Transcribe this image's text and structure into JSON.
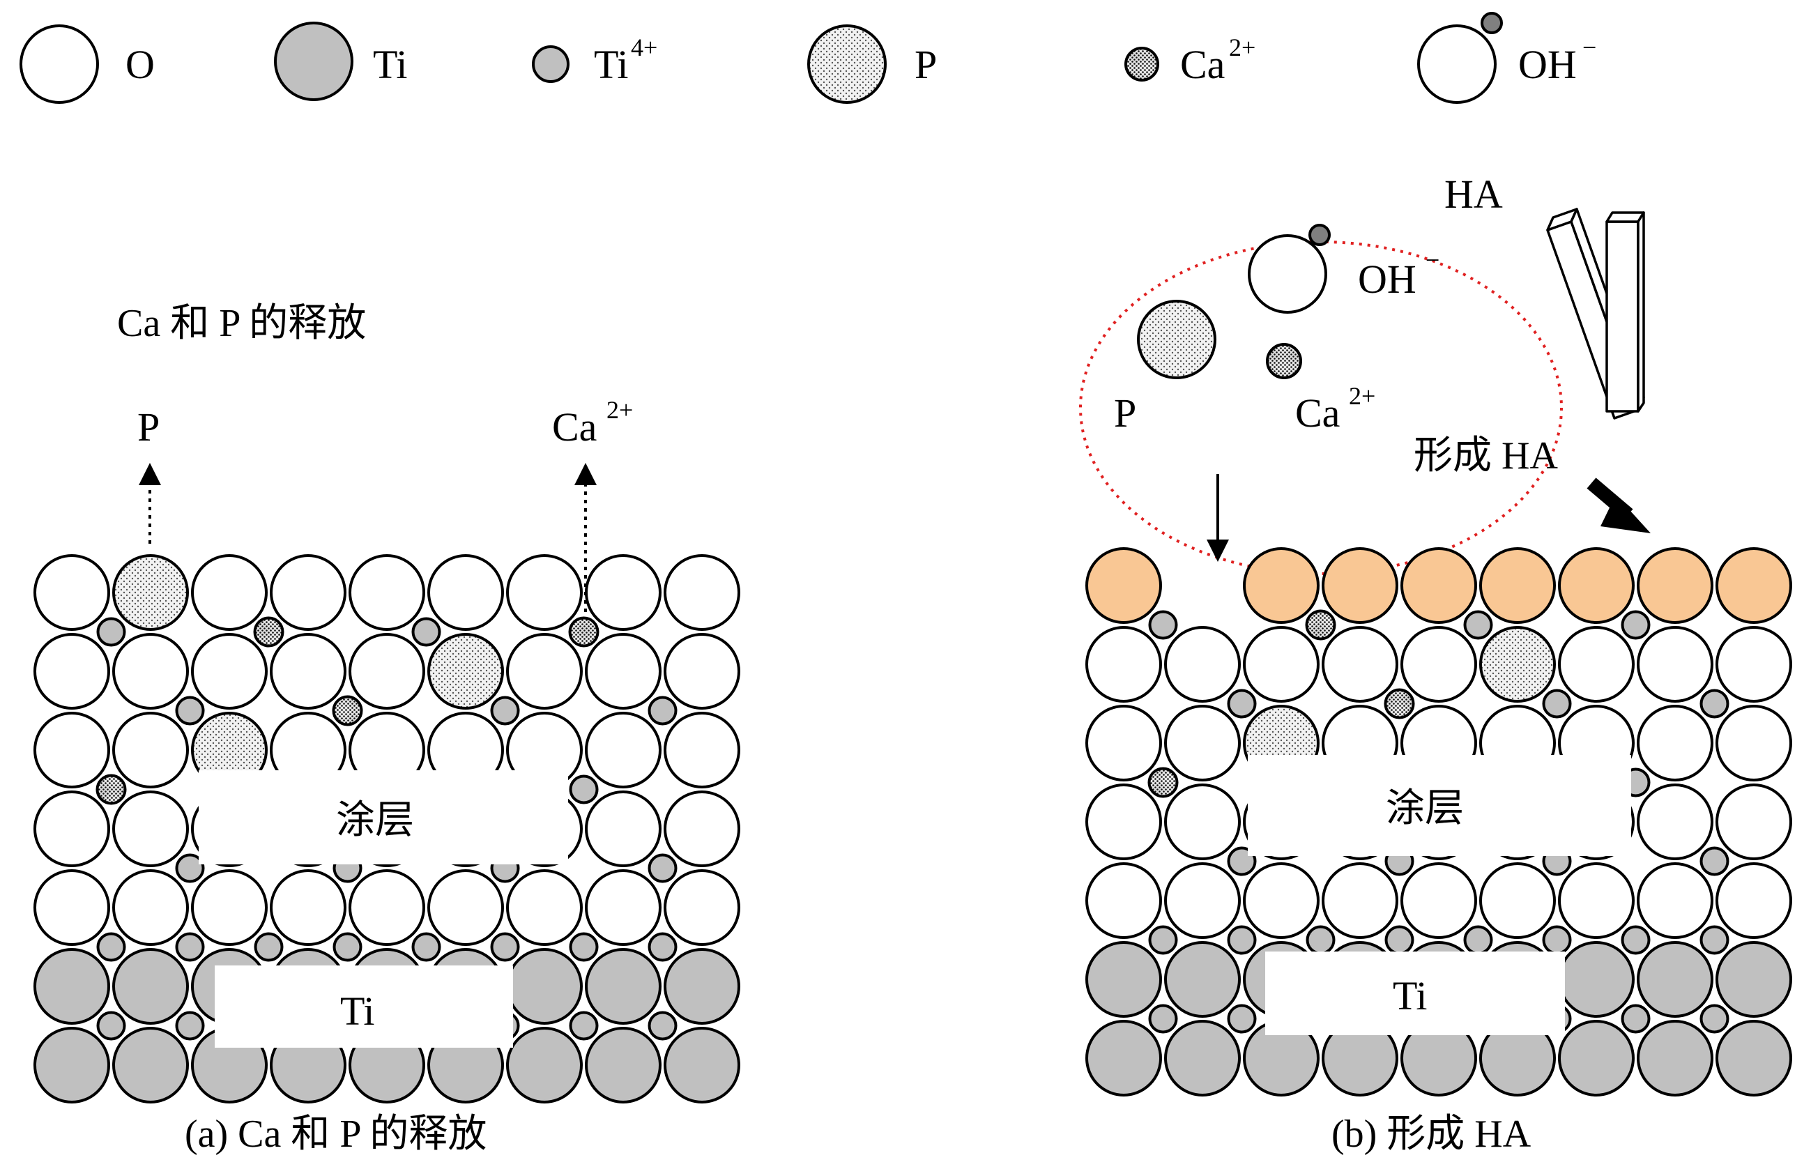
{
  "legend": {
    "o": "O",
    "ti": "Ti",
    "ti4_base": "Ti",
    "ti4_sup": "4+",
    "p": "P",
    "ca_base": "Ca",
    "ca_sup": "2+",
    "oh_base": "OH",
    "oh_sup": "−"
  },
  "panel_a": {
    "release_title": "Ca 和 P 的释放",
    "p_label": "P",
    "ca_base": "Ca",
    "ca_sup": "2+",
    "coating_label": "涂层",
    "ti_label": "Ti",
    "caption": "(a) Ca 和 P 的释放"
  },
  "panel_b": {
    "ha_label": "HA",
    "oh_base": "OH",
    "oh_sup": "−",
    "p_label": "P",
    "ca_base": "Ca",
    "ca_sup": "2+",
    "form_ha_label": "形成 HA",
    "coating_label": "涂层",
    "ti_label": "Ti",
    "caption": "(b) 形成 HA"
  },
  "colors": {
    "oxygen_fill": "#ffffff",
    "titanium_fill": "#c0c0c0",
    "ha_layer_fill": "#f9c794",
    "dotted_circle": "#e02020",
    "outline": "#000000"
  }
}
